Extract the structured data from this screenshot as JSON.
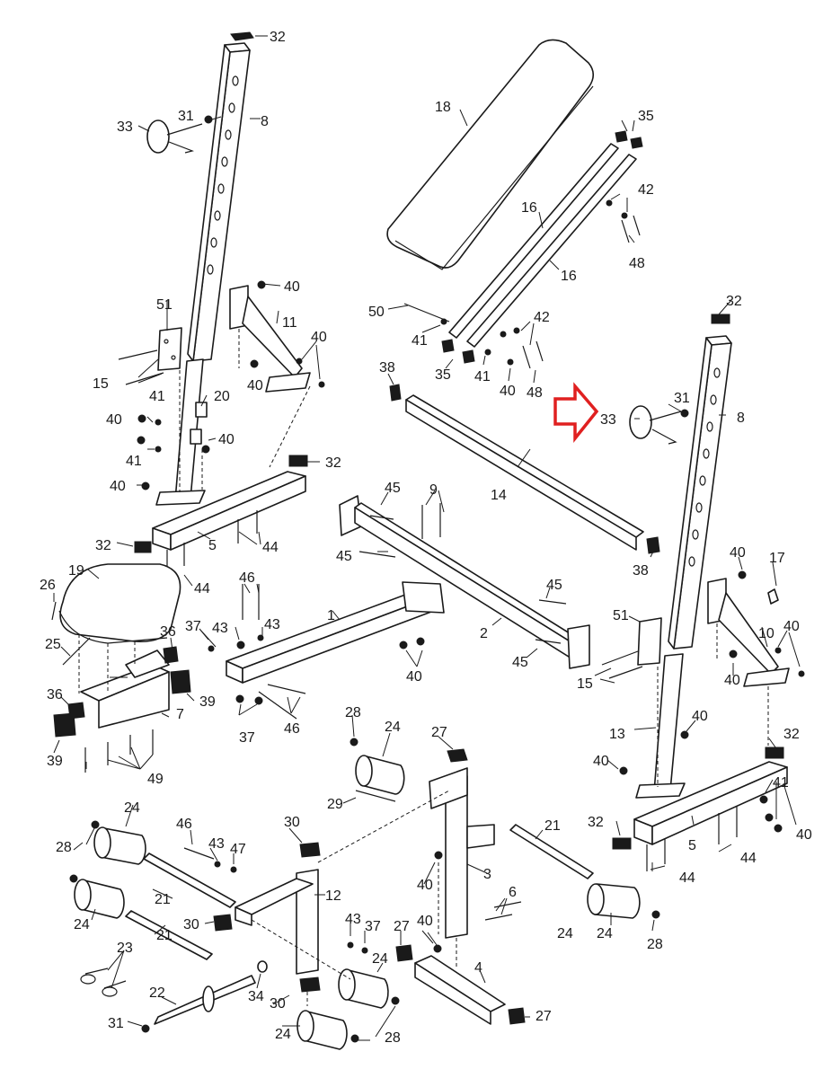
{
  "diagram": {
    "highlight_arrow_color": "#e02020",
    "callouts": {
      "c1": "1",
      "c2": "2",
      "c3": "3",
      "c4": "4",
      "c5a": "5",
      "c5b": "5",
      "c6": "6",
      "c7": "7",
      "c8a": "8",
      "c8b": "8",
      "c9": "9",
      "c10": "10",
      "c11": "11",
      "c12": "12",
      "c13": "13",
      "c14": "14",
      "c15a": "15",
      "c15b": "15",
      "c16a": "16",
      "c16b": "16",
      "c17": "17",
      "c18": "18",
      "c19": "19",
      "c20": "20",
      "c21a": "21",
      "c21b": "21",
      "c22": "22",
      "c23": "23",
      "c24a": "24",
      "c24b": "24",
      "c24c": "24",
      "c24d": "24",
      "c24e": "24",
      "c24f": "24",
      "c24g": "24",
      "c25": "25",
      "c26": "26",
      "c27a": "27",
      "c27b": "27",
      "c27c": "27",
      "c28a": "28",
      "c28b": "28",
      "c28c": "28",
      "c28d": "28",
      "c29": "29",
      "c30a": "30",
      "c30b": "30",
      "c30c": "30",
      "c31a": "31",
      "c31b": "31",
      "c31c": "31",
      "c32a": "32",
      "c32b": "32",
      "c32c": "32",
      "c32d": "32",
      "c32e": "32",
      "c32f": "32",
      "c33a": "33",
      "c33b": "33",
      "c34": "34",
      "c35a": "35",
      "c35b": "35",
      "c36a": "36",
      "c36b": "36",
      "c37a": "37",
      "c37b": "37",
      "c37c": "37",
      "c38a": "38",
      "c38b": "38",
      "c39a": "39",
      "c39b": "39",
      "c40a": "40",
      "c40b": "40",
      "c40c": "40",
      "c40d": "40",
      "c40e": "40",
      "c40f": "40",
      "c40g": "40",
      "c40h": "40",
      "c40i": "40",
      "c40j": "40",
      "c40k": "40",
      "c40l": "40",
      "c40m": "40",
      "c40n": "40",
      "c40o": "40",
      "c40p": "40",
      "c41a": "41",
      "c41b": "41",
      "c41c": "41",
      "c41d": "41",
      "c41e": "41",
      "c42a": "42",
      "c42b": "42",
      "c43a": "43",
      "c43b": "43",
      "c43c": "43",
      "c43d": "43",
      "c44a": "44",
      "c44b": "44",
      "c44c": "44",
      "c44d": "44",
      "c45a": "45",
      "c45b": "45",
      "c45c": "45",
      "c45d": "45",
      "c46a": "46",
      "c46b": "46",
      "c46c": "46",
      "c47": "47",
      "c48a": "48",
      "c48b": "48",
      "c49": "49",
      "c50": "50",
      "c51a": "51",
      "c51b": "51"
    }
  }
}
